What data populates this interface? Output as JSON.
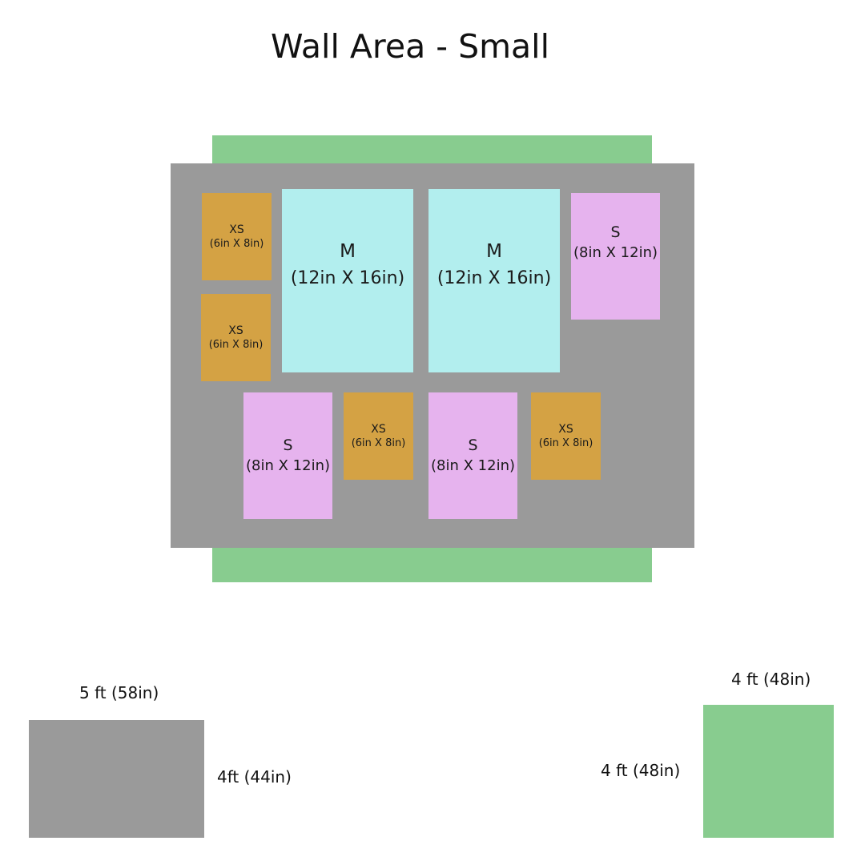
{
  "title": "Wall Area - Small",
  "colors": {
    "wall": "#9a9a9a",
    "accent_area": "#88cc8f",
    "frame_xs": "#d4a244",
    "frame_m": "#b2eeee",
    "frame_s": "#e6b3ee"
  },
  "frames": [
    {
      "size": "XS",
      "dimensions": "(6in X 8in)"
    },
    {
      "size": "XS",
      "dimensions": "(6in X 8in)"
    },
    {
      "size": "M",
      "dimensions": "(12in X 16in)"
    },
    {
      "size": "M",
      "dimensions": "(12in X 16in)"
    },
    {
      "size": "S",
      "dimensions": "(8in X 12in)"
    },
    {
      "size": "S",
      "dimensions": "(8in X 12in)"
    },
    {
      "size": "XS",
      "dimensions": "(6in X 8in)"
    },
    {
      "size": "S",
      "dimensions": "(8in X 12in)"
    },
    {
      "size": "XS",
      "dimensions": "(6in X 8in)"
    }
  ],
  "legend": {
    "wall": {
      "width_label": "5 ft (58in)",
      "height_label": "4ft (44in)"
    },
    "accent_area": {
      "width_label": "4 ft (48in)",
      "height_label": "4 ft (48in)"
    }
  }
}
